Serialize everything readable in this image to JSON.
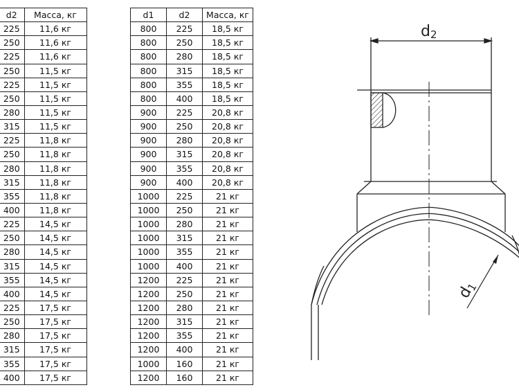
{
  "table_left": {
    "headers": [
      "d2",
      "Масса, кг"
    ],
    "rows": [
      [
        "225",
        "11,6 кг"
      ],
      [
        "250",
        "11,6 кг"
      ],
      [
        "225",
        "11,6 кг"
      ],
      [
        "250",
        "11,5 кг"
      ],
      [
        "225",
        "11,5 кг"
      ],
      [
        "250",
        "11,5 кг"
      ],
      [
        "280",
        "11,5 кг"
      ],
      [
        "315",
        "11,5 кг"
      ],
      [
        "225",
        "11,8 кг"
      ],
      [
        "250",
        "11,8 кг"
      ],
      [
        "280",
        "11,8 кг"
      ],
      [
        "315",
        "11,8 кг"
      ],
      [
        "355",
        "11,8 кг"
      ],
      [
        "400",
        "11,8 кг"
      ],
      [
        "225",
        "14,5 кг"
      ],
      [
        "250",
        "14,5 кг"
      ],
      [
        "280",
        "14,5 кг"
      ],
      [
        "315",
        "14,5 кг"
      ],
      [
        "355",
        "14,5 кг"
      ],
      [
        "400",
        "14,5 кг"
      ],
      [
        "225",
        "17,5 кг"
      ],
      [
        "250",
        "17,5 кг"
      ],
      [
        "280",
        "17,5 кг"
      ],
      [
        "315",
        "17,5 кг"
      ],
      [
        "355",
        "17,5 кг"
      ],
      [
        "400",
        "17,5 кг"
      ]
    ]
  },
  "table_right": {
    "headers": [
      "d1",
      "d2",
      "Масса, кг"
    ],
    "rows": [
      [
        "800",
        "225",
        "18,5 кг"
      ],
      [
        "800",
        "250",
        "18,5 кг"
      ],
      [
        "800",
        "280",
        "18,5 кг"
      ],
      [
        "800",
        "315",
        "18,5 кг"
      ],
      [
        "800",
        "355",
        "18,5 кг"
      ],
      [
        "800",
        "400",
        "18,5 кг"
      ],
      [
        "900",
        "225",
        "20,8 кг"
      ],
      [
        "900",
        "250",
        "20,8 кг"
      ],
      [
        "900",
        "280",
        "20,8 кг"
      ],
      [
        "900",
        "315",
        "20,8 кг"
      ],
      [
        "900",
        "355",
        "20,8 кг"
      ],
      [
        "900",
        "400",
        "20,8 кг"
      ],
      [
        "1000",
        "225",
        "21 кг"
      ],
      [
        "1000",
        "250",
        "21 кг"
      ],
      [
        "1000",
        "280",
        "21 кг"
      ],
      [
        "1000",
        "315",
        "21 кг"
      ],
      [
        "1000",
        "355",
        "21 кг"
      ],
      [
        "1000",
        "400",
        "21 кг"
      ],
      [
        "1200",
        "225",
        "21 кг"
      ],
      [
        "1200",
        "250",
        "21 кг"
      ],
      [
        "1200",
        "280",
        "21 кг"
      ],
      [
        "1200",
        "315",
        "21 кг"
      ],
      [
        "1200",
        "355",
        "21 кг"
      ],
      [
        "1200",
        "400",
        "21 кг"
      ],
      [
        "1000",
        "160",
        "21 кг"
      ],
      [
        "1200",
        "160",
        "21 кг"
      ]
    ]
  },
  "drawing": {
    "label_d2_main": "d",
    "label_d2_sub": "2",
    "label_d1_main": "d",
    "label_d1_sub": "1"
  }
}
